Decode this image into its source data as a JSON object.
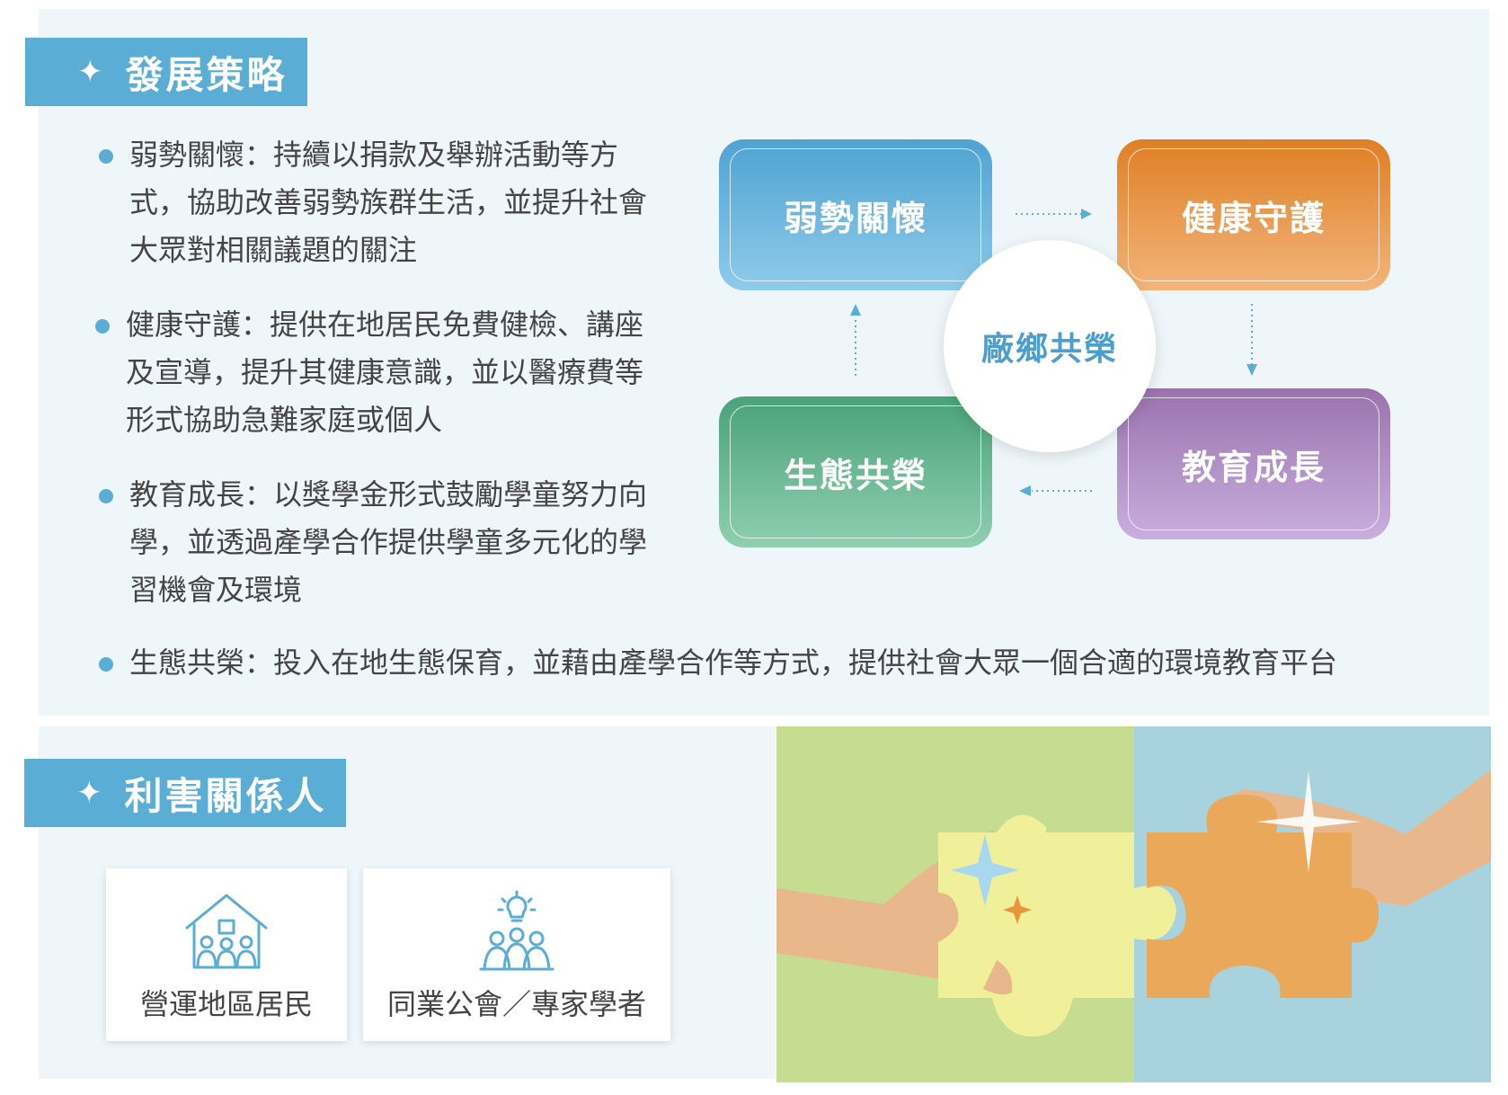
{
  "strategy": {
    "header_icon": "sparkle-icon",
    "title": "發展策略",
    "bullets": [
      "弱勢關懷：持續以捐款及舉辦活動等方式，協助改善弱勢族群生活，並提升社會大眾對相關議題的關注",
      "健康守護：提供在地居民免費健檢、講座及宣導，提升其健康意識，並以醫療費等形式協助急難家庭或個人",
      "教育成長：以獎學金形式鼓勵學童努力向學，並透過產學合作提供學童多元化的學習機會及環境",
      "生態共榮：投入在地生態保育，並藉由產學合作等方式，提供社會大眾一個合適的環境教育平台"
    ],
    "diagram": {
      "center": "廠鄉共榮",
      "care": "弱勢關懷",
      "health": "健康守護",
      "education": "教育成長",
      "ecology": "生態共榮"
    }
  },
  "stakeholders": {
    "header_icon": "sparkle-icon",
    "title": "利害關係人",
    "cards": [
      {
        "label": "營運地區居民",
        "icon": "house-community-icon"
      },
      {
        "label": "同業公會／專家學者",
        "icon": "lightbulb-team-icon"
      }
    ]
  },
  "colors": {
    "accent_blue": "#5aaed6",
    "care_blue": "#4fa3d2",
    "health_orange": "#df7f25",
    "eco_green": "#4aa27a",
    "edu_purple": "#9a73ad",
    "panel_bg": "#eef6fa"
  }
}
